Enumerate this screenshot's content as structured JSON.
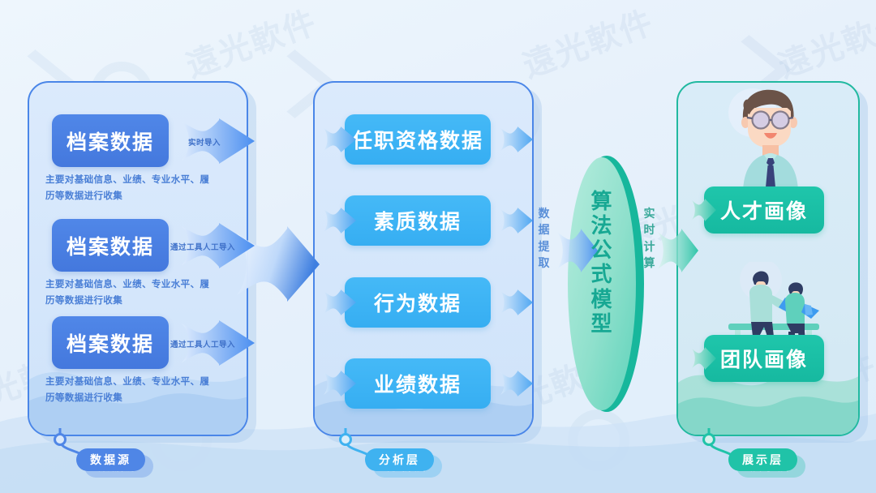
{
  "background": {
    "watermark_text": "遠光軟件",
    "base_color": "#e9f2fc"
  },
  "columns": [
    {
      "id": "data-source",
      "tag": "数据源",
      "tag_color": "#4f86e6",
      "border_color": "#4a86e8",
      "items": [
        {
          "title": "档案数据",
          "desc_line1": "主要对基础信息、业绩、专业水平、履",
          "desc_line2": "历等数据进行收集",
          "arrow_label": "实时导入"
        },
        {
          "title": "档案数据",
          "desc_line1": "主要对基础信息、业绩、专业水平、履",
          "desc_line2": "历等数据进行收集",
          "arrow_label": "通过工具人工导入"
        },
        {
          "title": "档案数据",
          "desc_line1": "主要对基础信息、业绩、专业水平、履",
          "desc_line2": "历等数据进行收集",
          "arrow_label": "通过工具人工导入"
        }
      ]
    },
    {
      "id": "analysis-layer",
      "tag": "分析层",
      "tag_color": "#3fb2f0",
      "border_color": "#4a86e8",
      "items": [
        {
          "title": "任职资格数据"
        },
        {
          "title": "素质数据"
        },
        {
          "title": "行为数据"
        },
        {
          "title": "业绩数据"
        }
      ]
    },
    {
      "id": "presentation-layer",
      "tag": "展示层",
      "tag_color": "#20c3a8",
      "border_color": "#21b9a0",
      "items": [
        {
          "title": "人才画像",
          "illustration": "person-with-glasses-illustration"
        },
        {
          "title": "团队画像",
          "illustration": "two-people-on-bench-illustration"
        }
      ]
    }
  ],
  "engine": {
    "label": "算法公式模型",
    "left_label": "数据提取",
    "right_label": "实时计算",
    "color": "#17a893",
    "fill": "#97e3d2"
  },
  "colors": {
    "navy_box": "#4a7fe0",
    "sky_box": "#3fb6f5",
    "teal_box": "#1ec4a8",
    "desc_text": "#4a7fd6"
  }
}
